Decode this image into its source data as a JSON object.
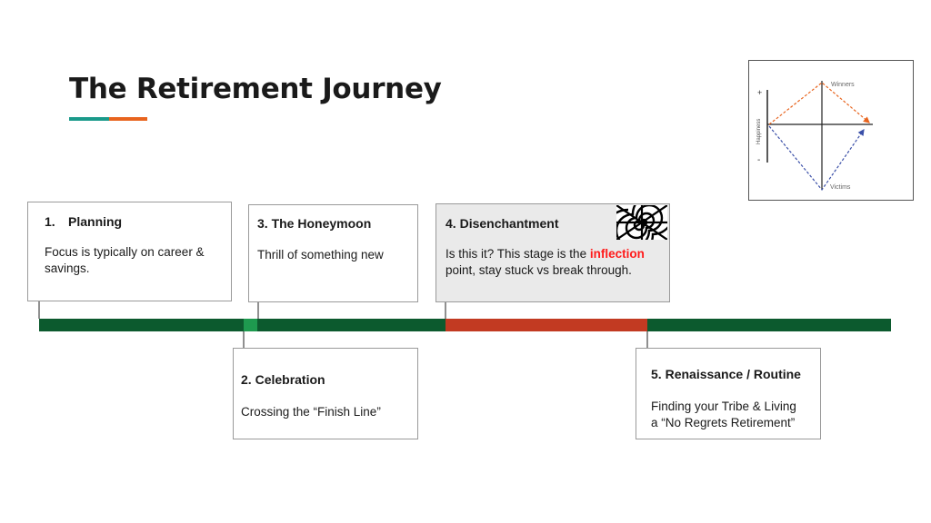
{
  "title": "The Retirement Journey",
  "colors": {
    "timeline_green": "#0c5a2e",
    "timeline_light_green": "#1e9a4f",
    "timeline_red": "#c23a22",
    "accent_teal": "#1a9a8a",
    "accent_orange": "#e8641e",
    "highlight_red": "#ff1a1a",
    "winners_orange": "#e8641e",
    "victims_blue": "#3a4fa8"
  },
  "stages": [
    {
      "number": "1.",
      "name": "Planning",
      "description": "Focus is typically on career & savings."
    },
    {
      "number": "2.",
      "name": "Celebration",
      "description": "Crossing the “Finish Line”"
    },
    {
      "number": "3.",
      "name": "The Honeymoon",
      "description": "Thrill of something new"
    },
    {
      "number": "4.",
      "name": "Disenchantment",
      "description_pre": "Is this it?  This stage is the ",
      "description_highlight": "inflection",
      "description_post": " point, stay stuck vs break through."
    },
    {
      "number": "5.",
      "name": "Renaissance / Routine",
      "description_line1": "Finding your Tribe & Living",
      "description_line2": "a “No Regrets Retirement”"
    }
  ],
  "inset": {
    "y_axis_label": "Happiness",
    "plus": "+",
    "minus": "-",
    "top_label": "Winners",
    "bottom_label": "Victims",
    "icon": "happiness-diamond-chart-icon"
  },
  "spiral_icon": "hypnotic-spiral-icon"
}
